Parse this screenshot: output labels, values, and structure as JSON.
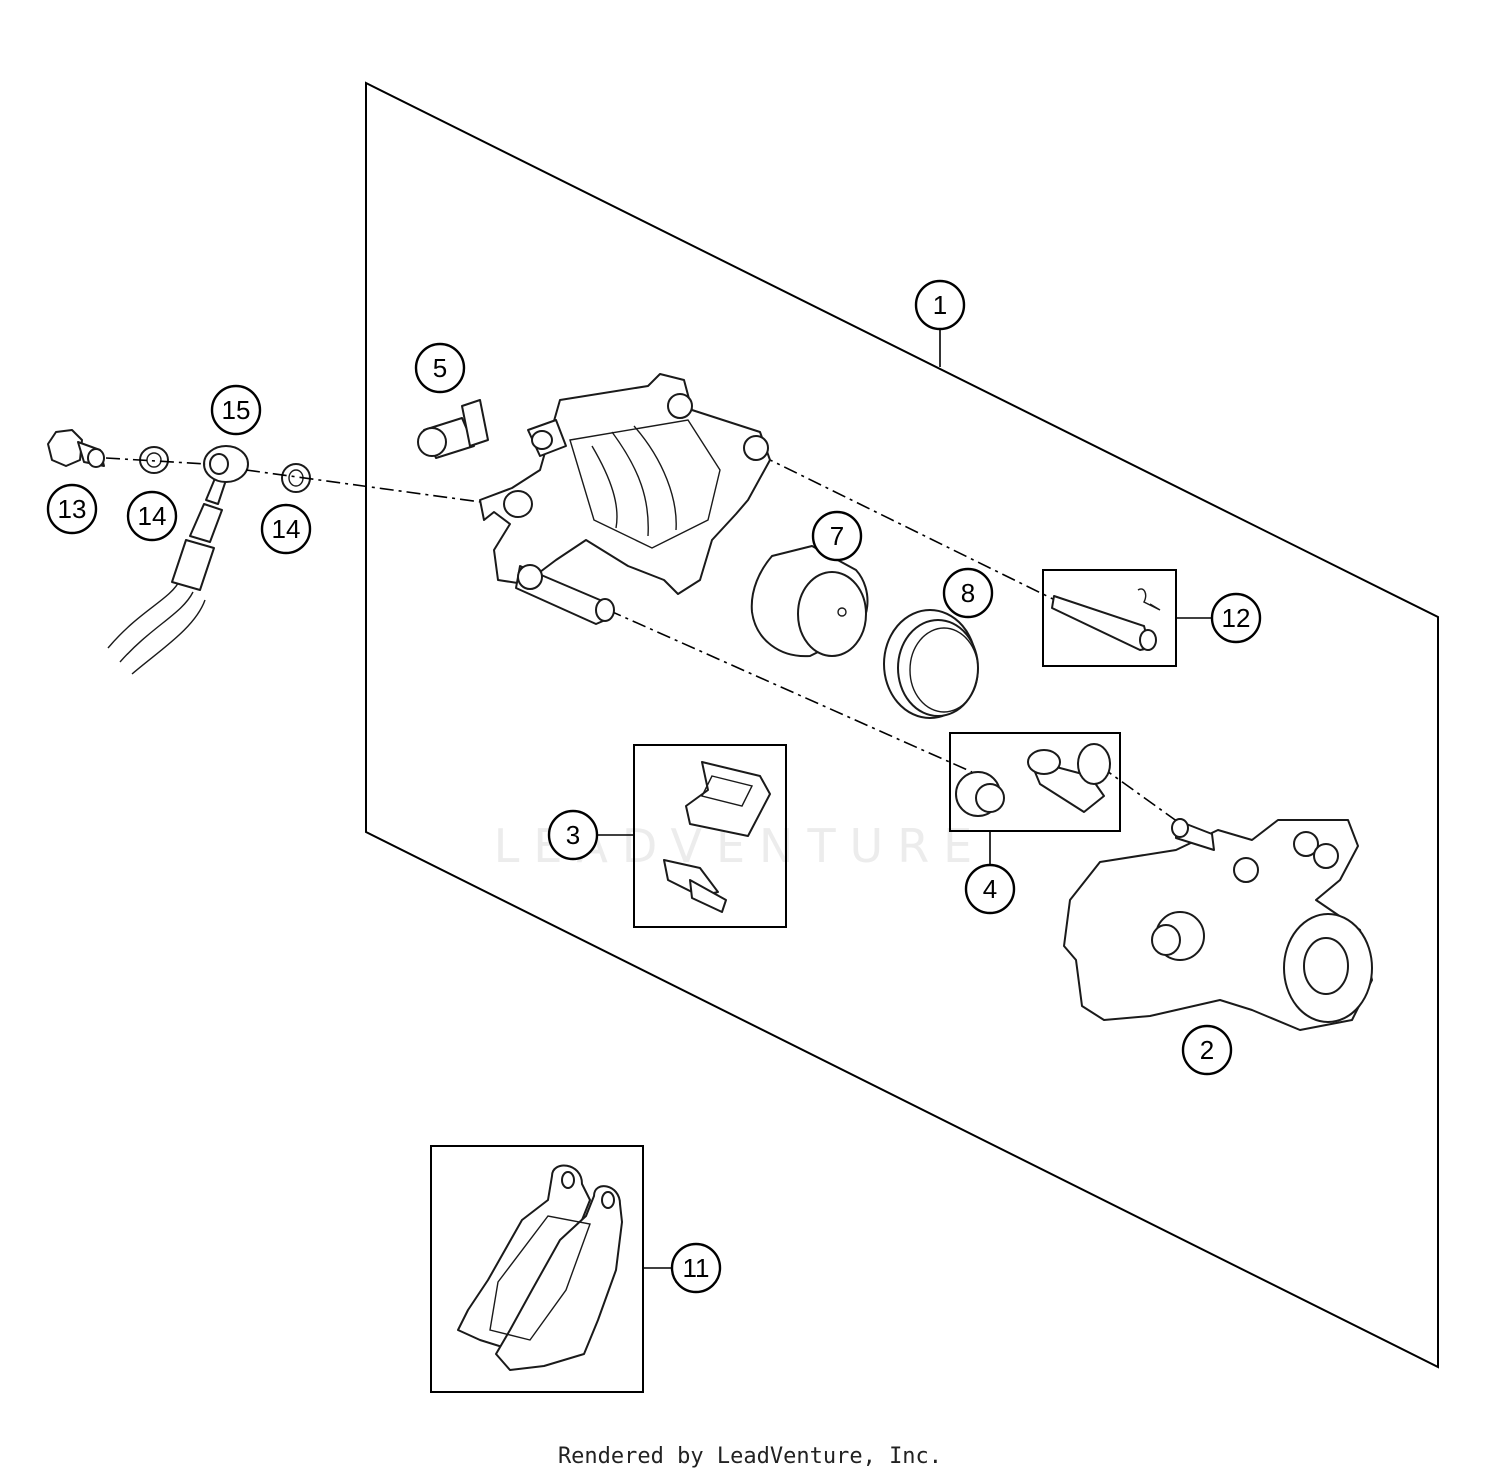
{
  "callouts": {
    "c1": "1",
    "c2": "2",
    "c3": "3",
    "c4": "4",
    "c5": "5",
    "c7": "7",
    "c8": "8",
    "c11": "11",
    "c12": "12",
    "c13": "13",
    "c14a": "14",
    "c14b": "14",
    "c15": "15"
  },
  "footer": {
    "text": "Rendered by LeadVenture, Inc."
  },
  "watermark": {
    "text": "LEADVENTURE"
  }
}
